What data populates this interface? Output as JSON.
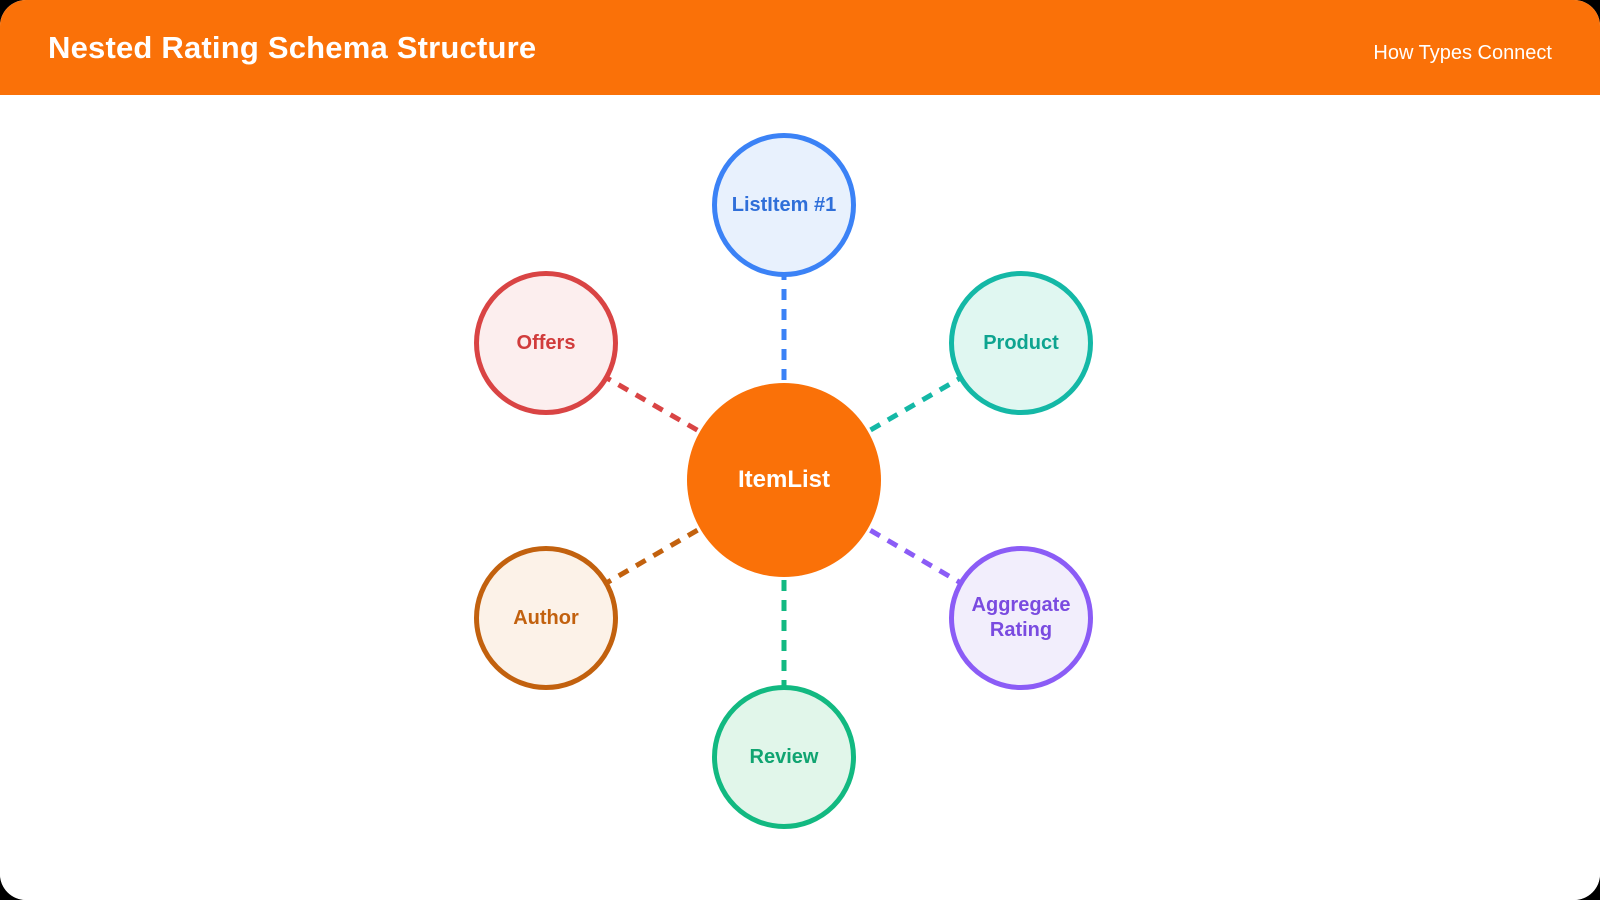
{
  "header": {
    "title": "Nested Rating Schema Structure",
    "subtitle": "How Types Connect"
  },
  "colors": {
    "page_background": "#000000",
    "card_background": "#ffffff",
    "header_background": "#fa7108"
  },
  "diagram": {
    "center": {
      "label": "ItemList",
      "fill": "#fa7108",
      "text_color": "#ffffff"
    },
    "satellites": [
      {
        "label": "ListItem #1",
        "fill": "#e8f1fd",
        "border": "#3b82f6",
        "text_color": "#2f6fd9",
        "connector_color": "#3b82f6",
        "position": "top"
      },
      {
        "label": "Product",
        "fill": "#e0f7f1",
        "border": "#14b8a6",
        "text_color": "#0ea490",
        "connector_color": "#14b8a6",
        "position": "top-right"
      },
      {
        "label": "Aggregate Rating",
        "fill": "#f2eefc",
        "border": "#8b5cf6",
        "text_color": "#7a4be0",
        "connector_color": "#8b5cf6",
        "position": "bottom-right"
      },
      {
        "label": "Review",
        "fill": "#e1f6ea",
        "border": "#12b981",
        "text_color": "#10a471",
        "connector_color": "#12b981",
        "position": "bottom"
      },
      {
        "label": "Author",
        "fill": "#fcf2e8",
        "border": "#c2610e",
        "text_color": "#c2610e",
        "connector_color": "#c2610e",
        "position": "bottom-left"
      },
      {
        "label": "Offers",
        "fill": "#fceeee",
        "border": "#d94444",
        "text_color": "#d13c3c",
        "connector_color": "#d94444",
        "position": "top-left"
      }
    ],
    "connector_style": "dashed"
  }
}
